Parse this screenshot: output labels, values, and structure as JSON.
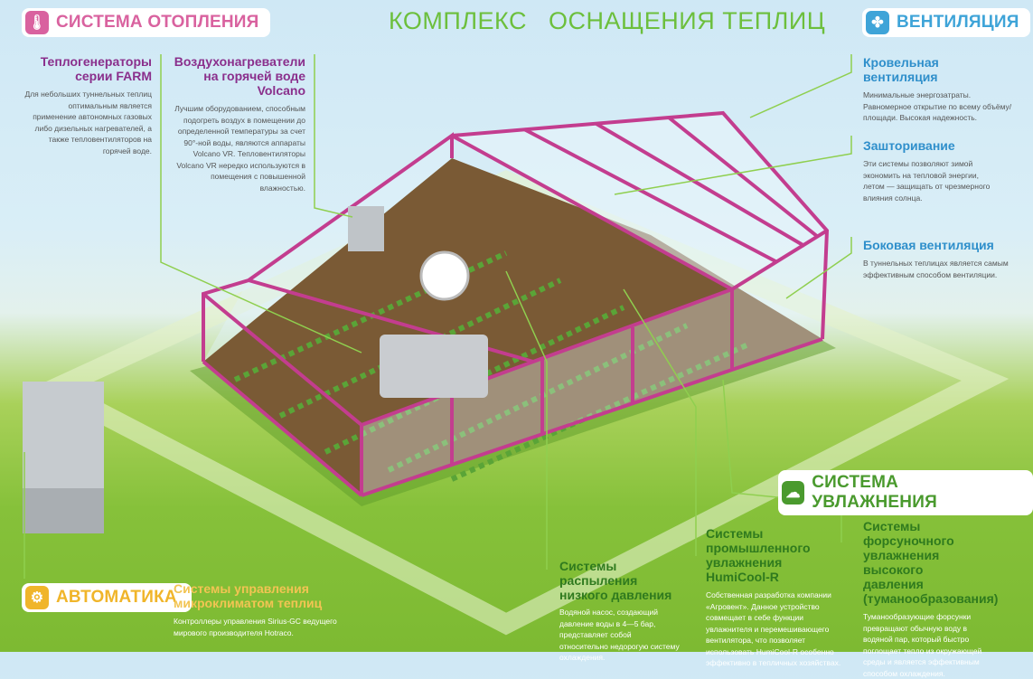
{
  "title": "КОМПЛЕКС   ОСНАЩЕНИЯ ТЕПЛИЦ",
  "colors": {
    "heating": "#d9629f",
    "heading_heating": "#8a2f8c",
    "ventilation": "#3fa4d8",
    "humidification": "#4a9a2e",
    "automation": "#f0b52a"
  },
  "heating": {
    "badge": "СИСТЕМА ОТОПЛЕНИЯ",
    "icon": "thermometer-icon",
    "items": [
      {
        "title_line1": "Теплогенераторы",
        "title_line2": "серии FARM",
        "text": "Для небольших туннельных теплиц оптимальным является применение автономных газовых либо дизельных нагревателей, а также тепловентиляторов на горячей воде."
      },
      {
        "title_line1": "Воздухонагреватели",
        "title_line2": "на горячей воде Volcano",
        "text": "Лучшим оборудованием, способным подогреть воздух в помещении до определенной температуры за счет 90°-ной воды, являются аппараты Volcano VR. Тепловентиляторы Volcano VR нередко используются в помещения с повышенной влажностью."
      }
    ]
  },
  "ventilation": {
    "badge": "ВЕНТИЛЯЦИЯ",
    "icon": "fan-icon",
    "items": [
      {
        "title": "Кровельная вентиляция",
        "text": "Минимальные энергозатраты. Равномерное открытие по всему объёму/площади. Высокая надежность."
      },
      {
        "title": "Зашторивание",
        "text": "Эти системы позволяют зимой экономить на тепловой энергии, летом — защищать от чрезмерного влияния солнца."
      },
      {
        "title": "Боковая вентиляция",
        "text": "В туннельных теплицах является самым эффективным способом вентиляции."
      }
    ]
  },
  "humidification": {
    "badge": "СИСТЕМА УВЛАЖНЕНИЯ",
    "icon": "cloud-upload-icon",
    "items": [
      {
        "title": "Системы распыления низкого давления",
        "text": "Водяной насос, создающий давление воды в 4—5 бар, представляет собой относительно недорогую систему охлаждения."
      },
      {
        "title": "Системы промышленного увлажнения HumiCool-R",
        "text": "Собственная разработка компании «Агровент». Данное устройство совмещает в себе функции увлажнителя и перемешивающего вентилятора, что позволяет использовать HumiCool-R особенно эффективно в тепличных хозяйствах."
      },
      {
        "title": "Системы форсуночного увлажнения высокого давления (туманообразования)",
        "text": "Туманообразующие форсунки превращают обычную воду в водяной пар, который быстро поглощает тепло из окружающей среды и является эффективным способом охлаждения."
      }
    ]
  },
  "automation": {
    "badge": "АВТОМАТИКА",
    "icon": "gear-icon",
    "item": {
      "title_line1": "Системы управления",
      "title_line2": "микроклиматом теплиц",
      "text": "Контроллеры управления Sirius-GC ведущего мирового производителя Hotraco."
    }
  }
}
